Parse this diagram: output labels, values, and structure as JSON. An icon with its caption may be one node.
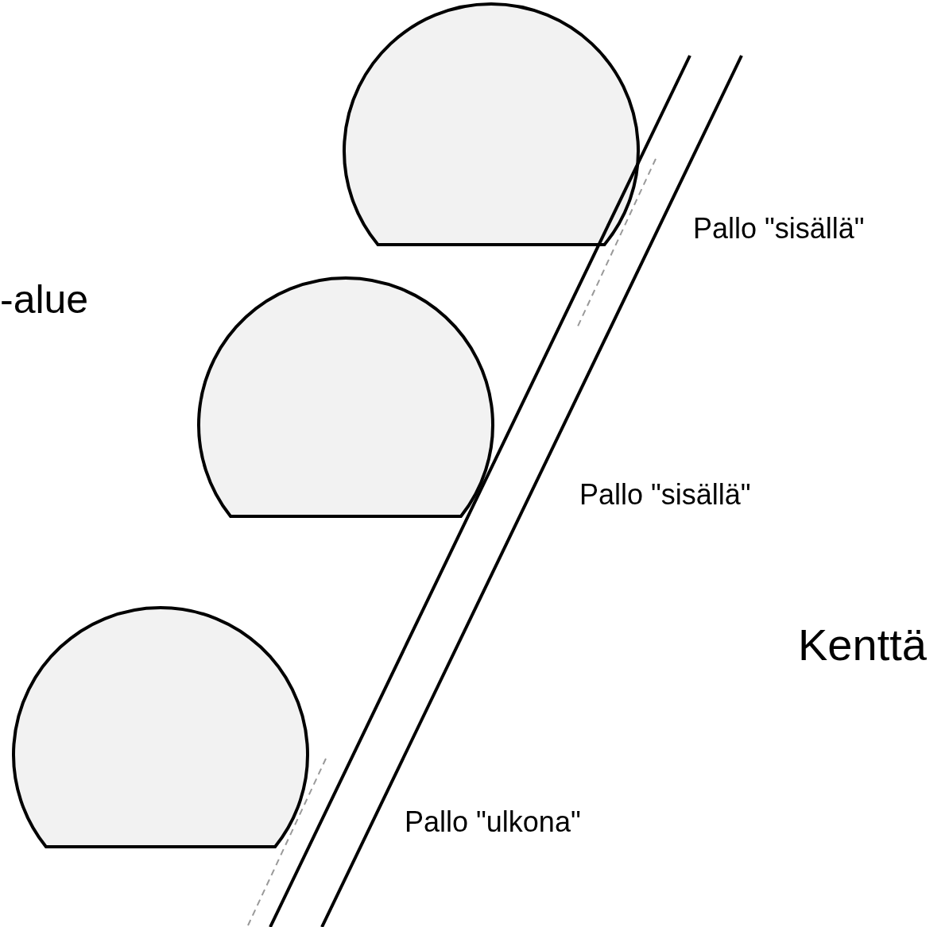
{
  "diagram": {
    "labels": [
      "Pallo \"sisällä\"",
      "-alue",
      "Pallo \"sisällä\"",
      "Kenttä",
      "Pallo \"ulkona\""
    ]
  }
}
